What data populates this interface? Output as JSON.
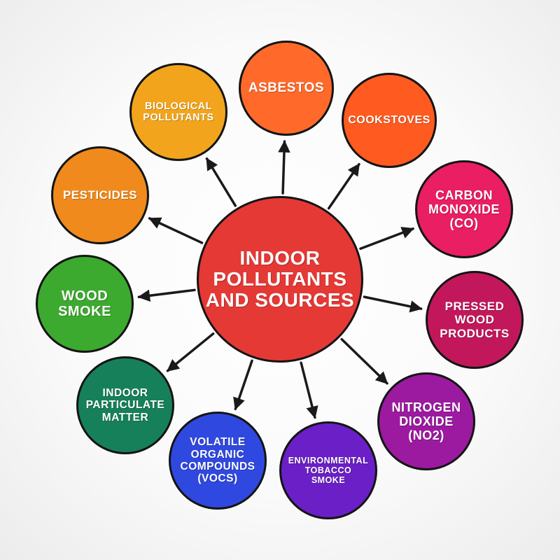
{
  "center": {
    "text": "INDOOR\nPOLLUTANTS\nAND SOURCES",
    "color": "#e53935"
  },
  "nodes": [
    {
      "id": "asbestos",
      "text": "ASBESTOS",
      "color": "#ff6a2b"
    },
    {
      "id": "cookstoves",
      "text": "COOKSTOVES",
      "color": "#ff5a1f"
    },
    {
      "id": "carbon-monoxide",
      "text": "CARBON\nMONOXIDE\n(CO)",
      "color": "#e91e63"
    },
    {
      "id": "pressed-wood-products",
      "text": "PRESSED\nWOOD\nPRODUCTS",
      "color": "#c2185b"
    },
    {
      "id": "nitrogen-dioxide",
      "text": "NITROGEN\nDIOXIDE\n(NO2)",
      "color": "#9c1aa0"
    },
    {
      "id": "environmental-tobacco-smoke",
      "text": "ENVIRONMENTAL\nTOBACCO\nSMOKE",
      "color": "#6a1fc7"
    },
    {
      "id": "volatile-organic-compounds",
      "text": "VOLATILE\nORGANIC\nCOMPOUNDS\n(VOCS)",
      "color": "#2f49e0"
    },
    {
      "id": "indoor-particulate-matter",
      "text": "INDOOR\nPARTICULATE\nMATTER",
      "color": "#16805a"
    },
    {
      "id": "wood-smoke",
      "text": "WOOD\nSMOKE",
      "color": "#3caa2e"
    },
    {
      "id": "pesticides",
      "text": "PESTICIDES",
      "color": "#f08a1c"
    },
    {
      "id": "biological-pollutants",
      "text": "BIOLOGICAL\nPOLLUTANTS",
      "color": "#f2a51c"
    }
  ]
}
